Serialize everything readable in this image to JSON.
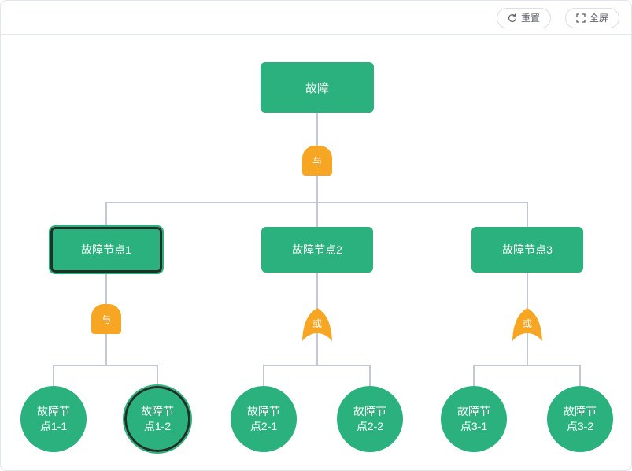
{
  "toolbar": {
    "reset_label": "重置",
    "fullscreen_label": "全屏"
  },
  "colors": {
    "node_green": "#2AB17D",
    "gate_orange": "#F6A623",
    "connector_line": "#C4C8D4",
    "selected_border": "#233028"
  },
  "tree": {
    "root": {
      "label": "故障"
    },
    "root_gate": {
      "type": "and",
      "label": "与"
    },
    "branches": [
      {
        "label": "故障节点1",
        "selected": true,
        "gate": {
          "type": "and",
          "label": "与"
        }
      },
      {
        "label": "故障节点2",
        "selected": false,
        "gate": {
          "type": "or",
          "label": "或"
        }
      },
      {
        "label": "故障节点3",
        "selected": false,
        "gate": {
          "type": "or",
          "label": "或"
        }
      }
    ],
    "leaves": [
      {
        "label": "故障节点1-1",
        "selected": false
      },
      {
        "label": "故障节点1-2",
        "selected": true
      },
      {
        "label": "故障节点2-1",
        "selected": false
      },
      {
        "label": "故障节点2-2",
        "selected": false
      },
      {
        "label": "故障节点3-1",
        "selected": false
      },
      {
        "label": "故障节点3-2",
        "selected": false
      }
    ]
  }
}
